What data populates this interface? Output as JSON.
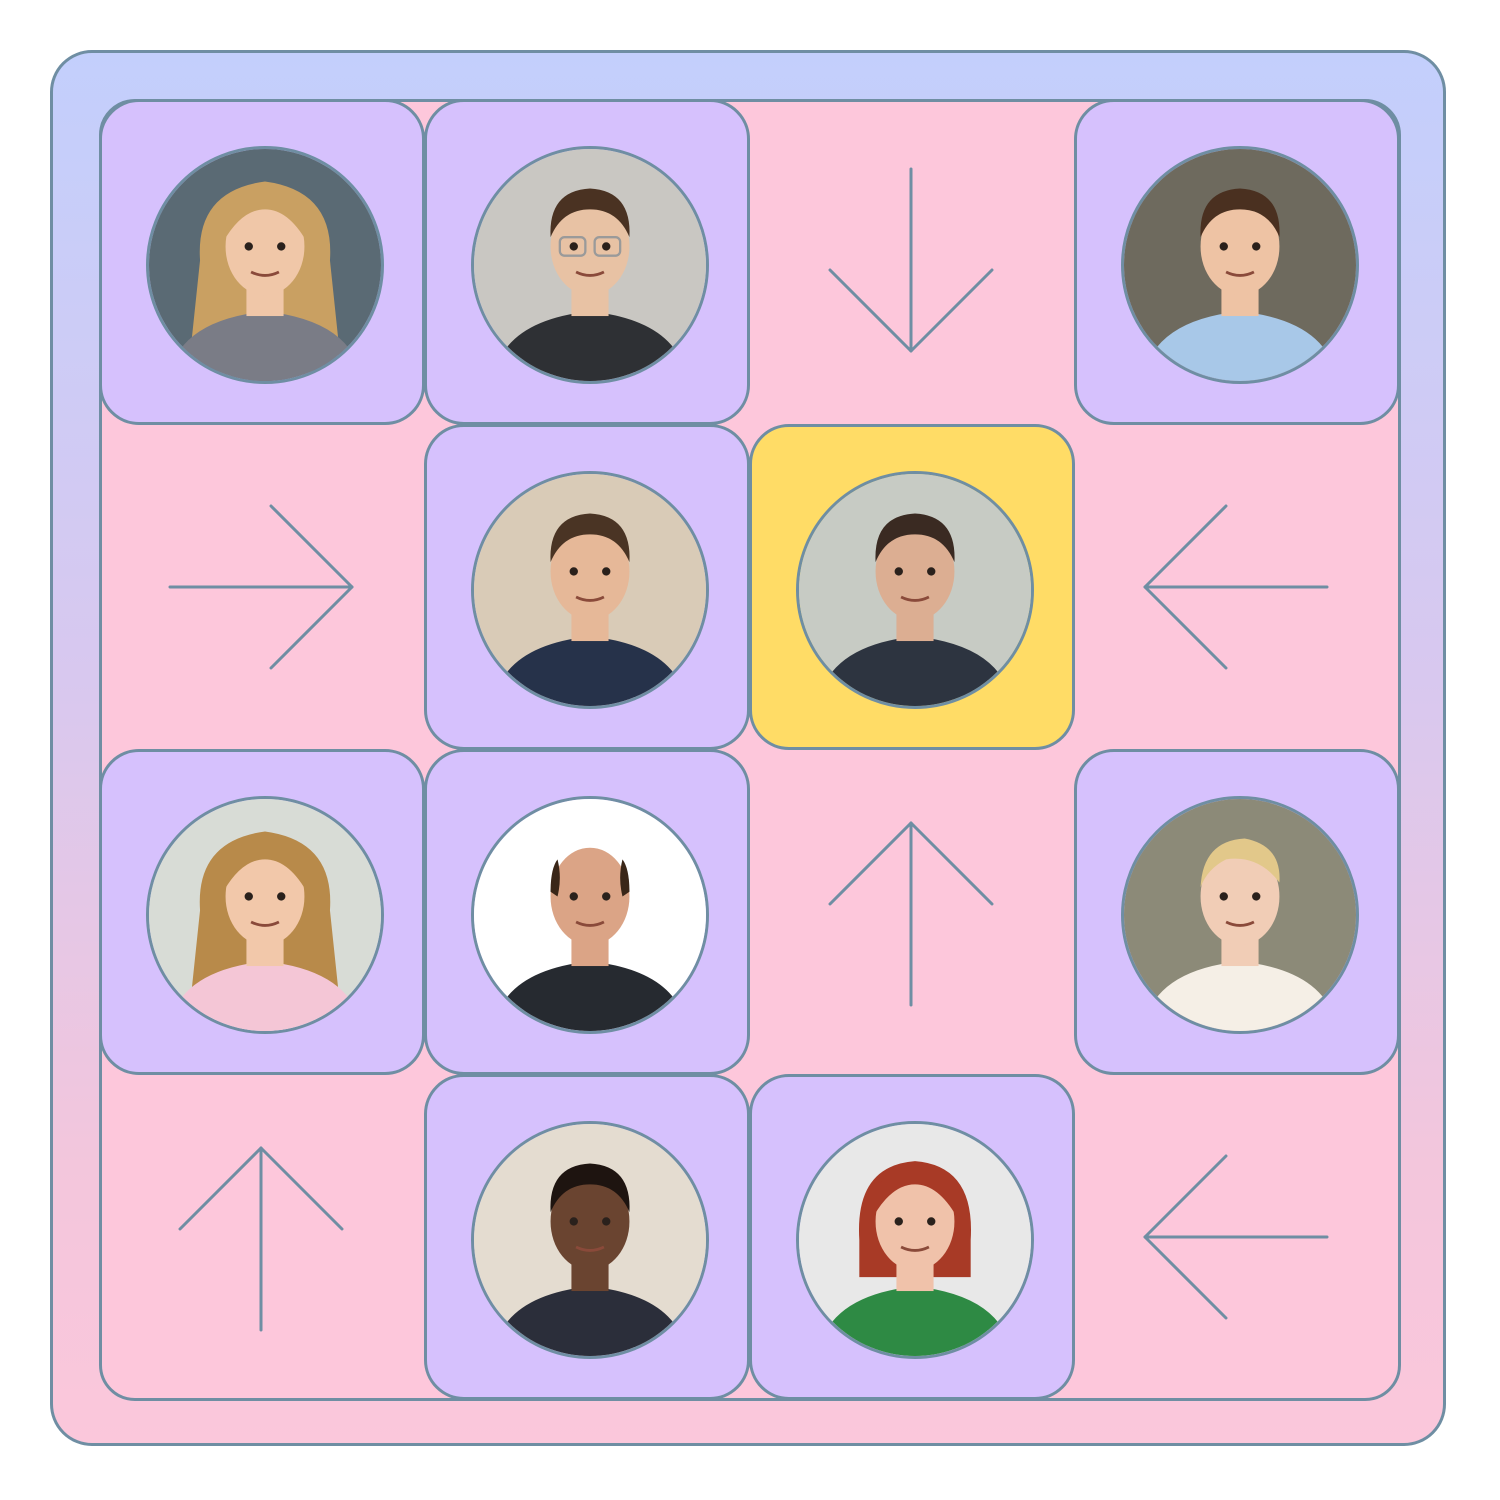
{
  "board": {
    "rows": 4,
    "cols": 4,
    "active_tile": "michael",
    "colors": {
      "outer_frame_top": "#c3cffc",
      "outer_frame_bottom": "#fbc7db",
      "board_background": "#fdc7db",
      "tile": "#d6c1fd",
      "active_tile": "#ffdc66",
      "outline": "#6f8ea3"
    }
  },
  "tiles": [
    {
      "id": "holly",
      "row": 1,
      "col": 1,
      "hair": "#c9a062",
      "skin": "#f0c7a8",
      "shirt": "#7a7c86",
      "bg": "#5a6a74",
      "hair_style": "long"
    },
    {
      "id": "dwight",
      "row": 1,
      "col": 2,
      "hair": "#4a3222",
      "skin": "#e8c2a4",
      "shirt": "#2e3034",
      "bg": "#c9c7c2",
      "hair_style": "short",
      "glasses": true
    },
    {
      "id": "jim",
      "row": 1,
      "col": 4,
      "hair": "#4a3020",
      "skin": "#eec3a4",
      "shirt": "#a8c8e8",
      "bg": "#6e6a5e",
      "hair_style": "short"
    },
    {
      "id": "andy",
      "row": 2,
      "col": 2,
      "hair": "#4a3424",
      "skin": "#e6b898",
      "shirt": "#26324a",
      "bg": "#d9cbb7",
      "hair_style": "short"
    },
    {
      "id": "michael",
      "row": 2,
      "col": 3,
      "hair": "#3a2a22",
      "skin": "#dcae92",
      "shirt": "#2d3440",
      "bg": "#c7cbc4",
      "hair_style": "short"
    },
    {
      "id": "pam",
      "row": 3,
      "col": 1,
      "hair": "#b88a4a",
      "skin": "#f2c8aa",
      "shirt": "#f4c6d6",
      "bg": "#d8dcd6",
      "hair_style": "long"
    },
    {
      "id": "kevin",
      "row": 3,
      "col": 2,
      "hair": "#3a2618",
      "skin": "#dba486",
      "shirt": "#262a30",
      "bg": "#ffffff",
      "hair_style": "bald"
    },
    {
      "id": "angela",
      "row": 3,
      "col": 4,
      "hair": "#e2c88a",
      "skin": "#f1cdb6",
      "shirt": "#f5efe6",
      "bg": "#8c8a78",
      "hair_style": "bun"
    },
    {
      "id": "stanley",
      "row": 4,
      "col": 2,
      "hair": "#1e1410",
      "skin": "#6a4430",
      "shirt": "#2b2e3a",
      "bg": "#e4dcd0",
      "hair_style": "short"
    },
    {
      "id": "meredith",
      "row": 4,
      "col": 3,
      "hair": "#a83a26",
      "skin": "#f0c2aa",
      "shirt": "#2e8a44",
      "bg": "#e8e8e8",
      "hair_style": "bob"
    }
  ],
  "arrows": [
    {
      "row": 1,
      "col": 3,
      "direction": "down"
    },
    {
      "row": 2,
      "col": 1,
      "direction": "right"
    },
    {
      "row": 2,
      "col": 4,
      "direction": "left"
    },
    {
      "row": 3,
      "col": 3,
      "direction": "up"
    },
    {
      "row": 4,
      "col": 1,
      "direction": "up"
    },
    {
      "row": 4,
      "col": 4,
      "direction": "left"
    }
  ]
}
